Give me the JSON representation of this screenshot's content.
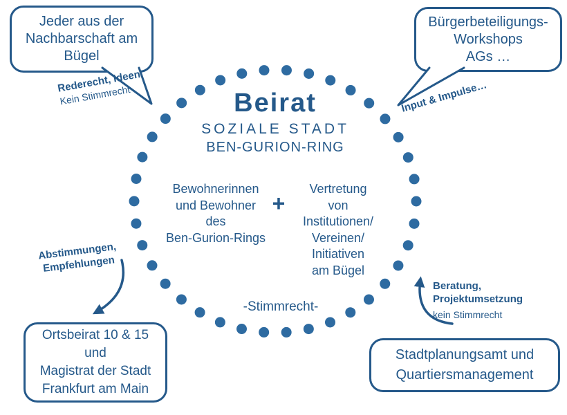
{
  "colors": {
    "primary": "#25598a",
    "dots": "#2e6ba1",
    "background": "#ffffff"
  },
  "center": {
    "title": "Beirat",
    "subtitle_line1": "SOZIALE STADT",
    "subtitle_line2": "BEN-GURION-RING",
    "left_group": "Bewohnerinnen\nund Bewohner\ndes\nBen-Gurion-Rings",
    "plus_sign": "+",
    "right_group": "Vertretung\nvon\nInstitutionen/\nVereinen/\nInitiativen\nam Bügel",
    "voting_note": "-Stimmrecht-"
  },
  "bubbles": {
    "top_left": {
      "text": "Jeder aus der\nNachbarschaft am\nBügel"
    },
    "top_right": {
      "text": "Bürgerbeteiligungs-\nWorkshops\nAGs …"
    }
  },
  "boxes": {
    "bottom_left": {
      "text": "Ortsbeirat 10 & 15\nund\nMagistrat der Stadt\nFrankfurt am Main"
    },
    "bottom_right": {
      "text": "Stadtplanungsamt und\nQuartiersmanagement"
    }
  },
  "labels": {
    "top_left_bold": "Rederecht, Ideen",
    "top_left_normal": "Kein Stimmrecht",
    "top_right_bold": "Input & Impulse…",
    "bottom_left_bold": "Abstimmungen,\nEmpfehlungen",
    "bottom_right_bold": "Beratung,\nProjektumsetzung",
    "bottom_right_normal": "kein Stimmrecht"
  }
}
